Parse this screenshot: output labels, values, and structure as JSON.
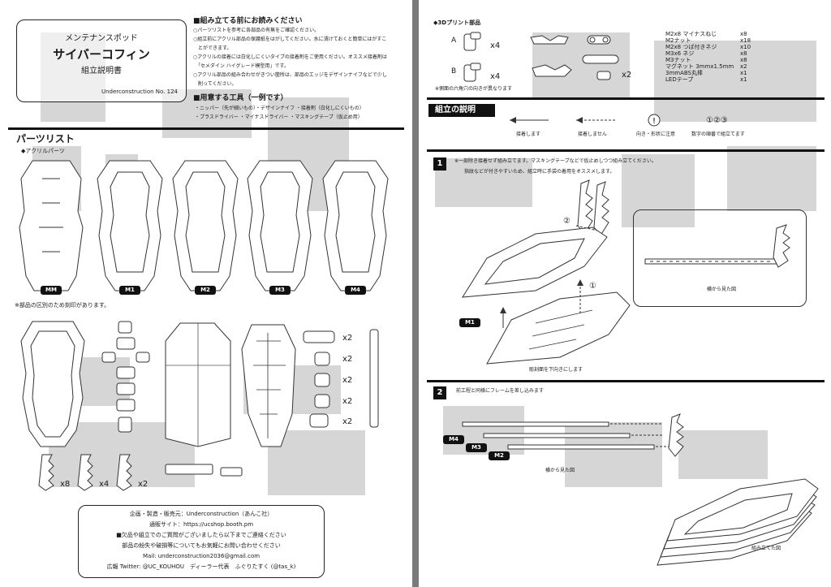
{
  "left": {
    "title": {
      "subtitle": "メンテナンスポッド",
      "main": "サイバーコフィン",
      "doc": "組立説明書",
      "number": "Underconstruction No. 124"
    },
    "before": {
      "heading": "■組み立てる前にお読みください",
      "lines": [
        "○パーツリストを参考に各部品の有無をご確認ください。",
        "○組立前にアクリル部品の保護紙をはがしてください。水に漬けておくと簡単にはがすこ",
        "　とができます。",
        "○アクリルの接着には白化しにくいタイプの接着剤をご使用ください。オススメ接着剤は",
        "　「セメダイン ハイグレード模型用」です。",
        "○アクリル部品の組み合わせがきつい箇所は、部品のエッジをデザインナイフなどで少し",
        "　削ってください。"
      ]
    },
    "tools": {
      "heading": "■用意する工具（一例です）",
      "lines": [
        "・ニッパー（先が細いもの）・デザインナイフ ・接着剤（白化しにくいもの）",
        "・プラスドライバー ・マイナスドライバー ・マスキングテープ（仮止め用）"
      ]
    },
    "parts_list": {
      "heading": "パーツリスト",
      "acrylic": "◆アクリルパーツ",
      "note": "※部品の区別のため刻印があります。"
    },
    "tags": [
      "MM",
      "M1",
      "M2",
      "M3",
      "M4"
    ],
    "counts": [
      "x2",
      "x2",
      "x2",
      "x2",
      "x2"
    ],
    "bottom_counts": [
      "x8",
      "x4",
      "x2"
    ],
    "contact": [
      "企画・製造・販売元：Underconstruction（あんこ社）",
      "通販サイト：https://ucshop.booth.pm",
      "■欠品や組立でのご質問がございましたら以下までご連絡ください",
      "部品の紛失や破損等についてもお気軽にお問い合わせください",
      "Mail: underconstruction2036@gmail.com",
      "広報 Twitter: @UC_KOUHOU　ディーラー代表　ふぐりたすく (@tas_k)"
    ]
  },
  "right": {
    "printed": {
      "heading": "◆3Dプリント部品",
      "labelA": "A",
      "labelB": "B",
      "countA": "x4",
      "countB": "x4",
      "count_pin": "x2",
      "note": "※側面の六角穴の向きが異なります"
    },
    "hardware": [
      {
        "name": "M2x8 マイナスねじ",
        "qty": "x8"
      },
      {
        "name": "M2ナット",
        "qty": "x18"
      },
      {
        "name": "M2x8 つば付きネジ",
        "qty": "x10"
      },
      {
        "name": "M3x6 ネジ",
        "qty": "x8"
      },
      {
        "name": "M3ナット",
        "qty": "x8"
      },
      {
        "name": "マグネット 3mmx1.5mm",
        "qty": "x2"
      },
      {
        "name": "3mmABS丸棒",
        "qty": "x1"
      },
      {
        "name": "LEDテープ",
        "qty": "x1"
      }
    ],
    "assembly": {
      "heading": "組立の説明",
      "legend": [
        "接着します",
        "接着しません",
        "向き・形状に注意",
        "数字の順番で組立てます"
      ],
      "legend_symbol": "①②③"
    },
    "step1": {
      "num": "1",
      "line1": "※一部除き接着せず組み立てます。マスキングテープなどで仮止めしつつ組み立てください。",
      "line2": "指紋などが付きやすいため、組立時に手袋の着用をオススメします。",
      "mark1": "①",
      "mark2": "②",
      "caption": "彫刻面を下向きにします",
      "side_caption": "横から見た図",
      "tag": "M1"
    },
    "step2": {
      "num": "2",
      "line1": "前工程と同様にフレームを差し込みます",
      "side_caption": "横から見た図",
      "assembled_caption": "組み立てた図",
      "tags": [
        "M4",
        "M3",
        "M2"
      ]
    }
  }
}
